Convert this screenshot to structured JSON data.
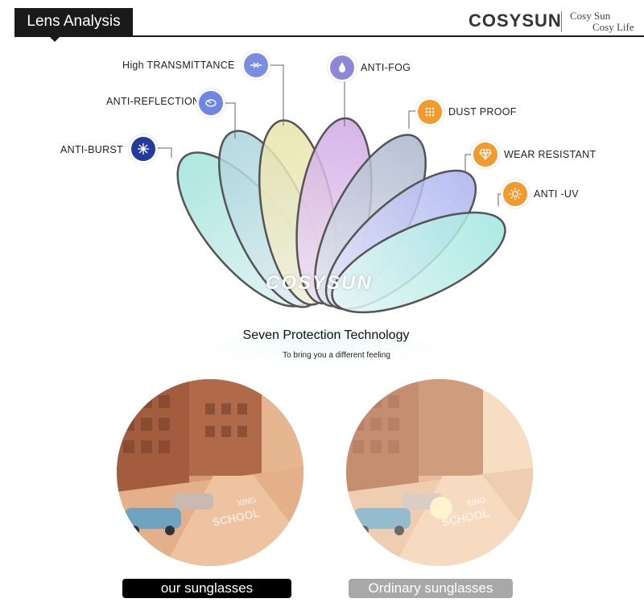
{
  "header": {
    "title": "Lens Analysis",
    "brand": "COSYSUN",
    "slogan_line1": "Cosy Sun",
    "slogan_line2": "Cosy Life"
  },
  "features": [
    {
      "label": "High TRANSMITTANCE",
      "icon": "transmittance-icon",
      "color": "#7a8de0"
    },
    {
      "label": "ANTI-REFLECTION",
      "icon": "reflection-icon",
      "color": "#6f86e3"
    },
    {
      "label": "ANTI-BURST",
      "icon": "burst-icon",
      "color": "#233b9a"
    },
    {
      "label": "ANTI-FOG",
      "icon": "droplet-icon",
      "color": "#8e86d9"
    },
    {
      "label": "DUST PROOF",
      "icon": "dust-grid-icon",
      "color": "#f19a2e"
    },
    {
      "label": "WEAR RESISTANT",
      "icon": "diamond-icon",
      "color": "#f19a2e"
    },
    {
      "label": "ANTI -UV",
      "icon": "sun-icon",
      "color": "#f19a2e"
    }
  ],
  "watermark": "COSYSUN",
  "section": {
    "title": "Seven Protection Technology",
    "subtitle": "To bring you a different feeling"
  },
  "comparison": {
    "our_label": "our sunglasses",
    "ordinary_label": "Ordinary sunglasses",
    "street_text_1": "SCHOOL",
    "street_text_2": "XING"
  }
}
